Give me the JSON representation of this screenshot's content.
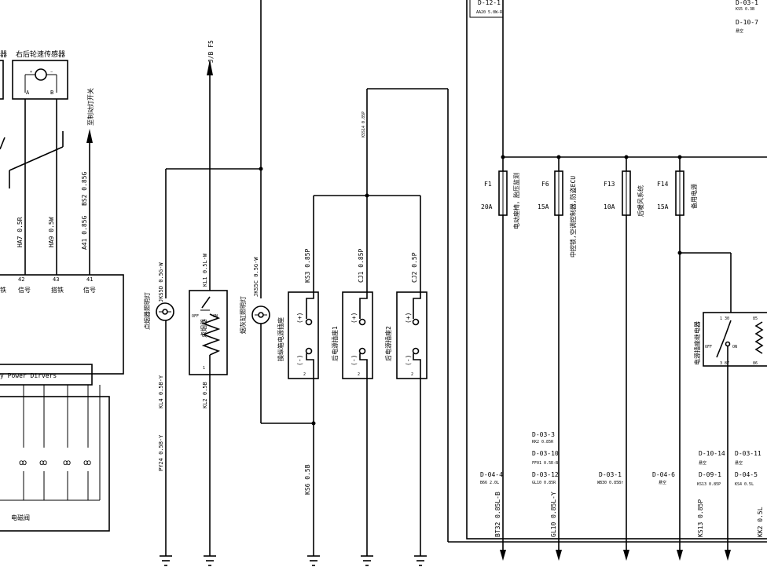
{
  "labels": {
    "sensor_title": "右后轮速传感器",
    "pin_a": "A",
    "pin_b": "B",
    "jb_f5": "J/B F5",
    "brake_switch": "至制动灯开关",
    "wire_bs2": "BS2 0.85G",
    "wire_ha7": "HA7 0.5R",
    "wire_ha9": "HA9 0.5W",
    "wire_a41": "A41 0.85G",
    "pin_42": "42",
    "pin_43": "43",
    "pin_41": "41",
    "sig1": "信号",
    "sig2": "信号",
    "iron1": "铁",
    "iron2": "搭铁",
    "power_drivers": "y Power Dirvers",
    "solenoid": "电磁阀",
    "lighter_lamp": "点烟器照明灯",
    "wire_jks5d": "JKS5D 0.5G-W",
    "wire_jks5c": "JKS5C 0.5G-W",
    "wire_kl1": "KL1 0.5L-W",
    "lighter": "点烟器",
    "off": "OFF",
    "on": "ON",
    "pin1": "1",
    "pin2": "2",
    "ashtray_lamp": "烟灰缸照明灯",
    "wire_kl4": "KL4 0.5B-Y",
    "wire_kl2": "KL2 0.5B",
    "wire_py": "PY24 0.5B-Y",
    "console_socket": "操纵箱电源插座",
    "rear_socket1": "后电源插座1",
    "rear_socket2": "后电源插座2",
    "wire_ks3": "KS3 0.85P",
    "wire_cj1": "CJ1 0.85P",
    "wire_cj2": "CJ2 0.5P",
    "wire_ks6": "KS6 0.5B",
    "wire_kss14": "KSS14 0.85P",
    "plus": "(+)",
    "minus": "(-)",
    "f1": "F1",
    "f1_a": "20A",
    "f1_desc": "电动座椅，胎压监测",
    "f6": "F6",
    "f6_a": "15A",
    "f6_desc": "中控锁,空调控制器,防盗ECU",
    "f13": "F13",
    "f13_a": "10A",
    "f13_desc": "后暖风系统",
    "f14": "F14",
    "f14_a": "15A",
    "f14_desc": "备用电源",
    "d12_1": "D-12-1",
    "d12_1_sub": "AA20 5.0W-R",
    "d03_top": "D-03-1",
    "d03_top_sub": "KS5 0.3B",
    "d10_7": "D-10-7",
    "d10_7_sub": "悬空",
    "relay": "电源插座继电器",
    "relay_30": "1 30",
    "relay_85": "85",
    "relay_87": "3 87",
    "relay_86": "86",
    "d03_3": "D-03-3",
    "d03_3_sub": "KK2 0.85R",
    "d03_10": "D-03-10",
    "d03_10_sub": "FF01 0.5R-B",
    "d03_12": "D-03-12",
    "d03_12_sub": "GL10 0.85R",
    "d04_4": "D-04-4",
    "d04_4_sub": "B66 2.0L",
    "d03_1": "D-03-1",
    "d03_1_sub": "WB30 0.85Br",
    "d04_6": "D-04-6",
    "d04_6_sub": "悬空",
    "d10_14": "D-10-14",
    "d10_14_sub": "悬空",
    "d09_1": "D-09-1",
    "d09_1_sub": "KS13 0.85P",
    "d03_11": "D-03-11",
    "d03_11_sub": "悬空",
    "d04_5": "D-04-5",
    "d04_5_sub": "KS4 0.5L",
    "wire_bt32": "BT32 0.85L-B",
    "wire_gl10": "GL10 0.85L-Y",
    "wire_ks13": "KS13 0.85P",
    "wire_kk2": "KK2 0.5L"
  }
}
